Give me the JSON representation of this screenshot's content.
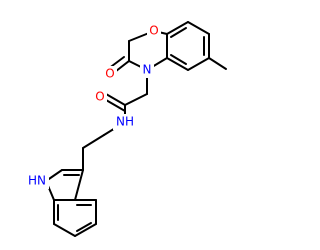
{
  "diagram": {
    "type": "chemical-structure",
    "colors": {
      "bond": "#000000",
      "oxygen": "#ff0000",
      "nitrogen": "#0000ff",
      "background": "#ffffff"
    },
    "atom_labels": {
      "ring_oxygen": "O",
      "lactam_oxygen": "O",
      "ring_nitrogen": "N",
      "amide_oxygen": "O",
      "amide_nitrogen": "NH",
      "indole_nitrogen": "HN"
    }
  }
}
